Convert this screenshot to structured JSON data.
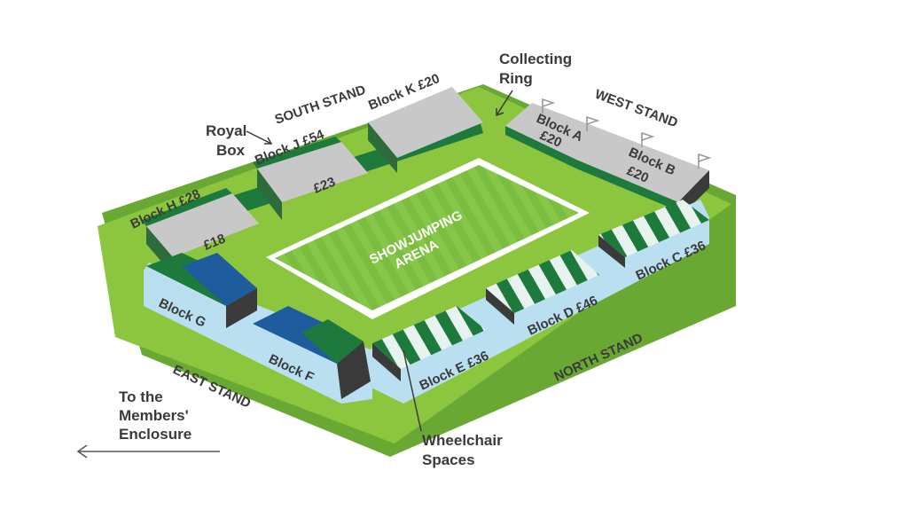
{
  "arena": {
    "line1": "SHOWJUMPING",
    "line2": "ARENA"
  },
  "stands": {
    "south": "SOUTH STAND",
    "west": "WEST STAND",
    "north": "NORTH STAND",
    "east": "EAST STAND"
  },
  "blocks": {
    "a": {
      "name": "Block A",
      "price": "£20"
    },
    "b": {
      "name": "Block B",
      "price": "£20"
    },
    "c": {
      "label": "Block C £36"
    },
    "d": {
      "label": "Block D £46"
    },
    "e": {
      "label": "Block E £36"
    },
    "f": {
      "label": "Block F"
    },
    "g": {
      "label": "Block G"
    },
    "h": {
      "label": "Block H £28",
      "price": "£18"
    },
    "j": {
      "label": "Block J £54",
      "price": "£23"
    },
    "k": {
      "label": "Block K £20"
    }
  },
  "callouts": {
    "collecting_ring": [
      "Collecting",
      "Ring"
    ],
    "royal_box": [
      "Royal",
      "Box"
    ],
    "wheelchair": [
      "Wheelchair",
      "Spaces"
    ],
    "members": [
      "To the",
      "Members'",
      "Enclosure"
    ]
  },
  "colors": {
    "grass": "#8cc63f",
    "grass_shadow": "#6aa834",
    "pitch": "#77b83c",
    "stand_grey": "#c8c8c8",
    "stand_dark": "#3a3a3a",
    "stand_green": "#1e7a3c",
    "seat_blue": "#1f5c9e",
    "facade_blue": "#b9dff0",
    "stripe_light": "#e6f3ee"
  }
}
